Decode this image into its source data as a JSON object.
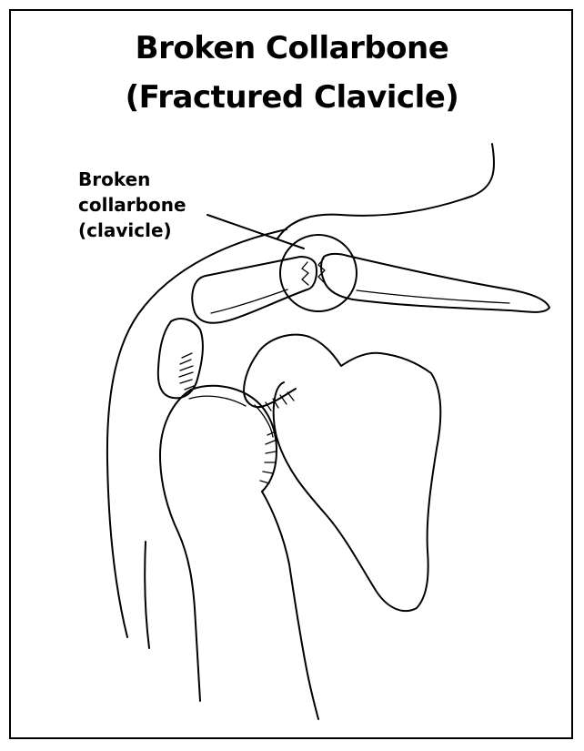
{
  "title": {
    "line1": "Broken Collarbone",
    "line2": "(Fractured Clavicle)"
  },
  "annotation": {
    "line1": "Broken",
    "line2": "collarbone",
    "line3": "(clavicle)"
  }
}
